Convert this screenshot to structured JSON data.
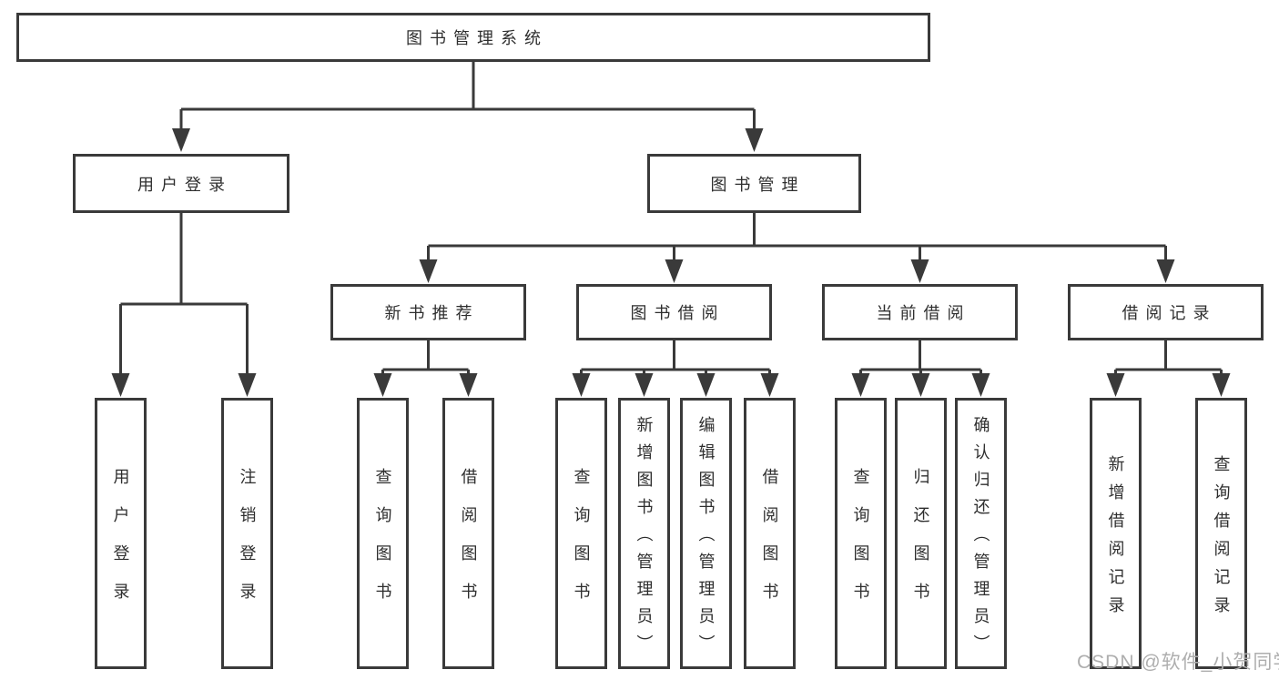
{
  "root": {
    "label": "图书管理系统"
  },
  "branches": [
    {
      "label": "用户登录",
      "children": [
        {
          "label": "用户登录"
        },
        {
          "label": "注销登录"
        }
      ]
    },
    {
      "label": "图书管理",
      "groups": [
        {
          "label": "新书推荐",
          "children": [
            {
              "label": "查询图书"
            },
            {
              "label": "借阅图书"
            }
          ]
        },
        {
          "label": "图书借阅",
          "children": [
            {
              "label": "查询图书"
            },
            {
              "label": "新增图书（管理员）"
            },
            {
              "label": "编辑图书（管理员）"
            },
            {
              "label": "借阅图书"
            }
          ]
        },
        {
          "label": "当前借阅",
          "children": [
            {
              "label": "查询图书"
            },
            {
              "label": "归还图书"
            },
            {
              "label": "确认归还（管理员）"
            }
          ]
        },
        {
          "label": "借阅记录",
          "children": [
            {
              "label": "新增借阅记录"
            },
            {
              "label": "查询借阅记录"
            }
          ]
        }
      ]
    }
  ],
  "watermark": "CSDN @软件_小贺同学",
  "colors": {
    "line": "#3a3a3a",
    "box_border": "#3a3a3a",
    "text": "#2e2e2e",
    "watermark": "#aeaeae",
    "background": "#ffffff"
  }
}
